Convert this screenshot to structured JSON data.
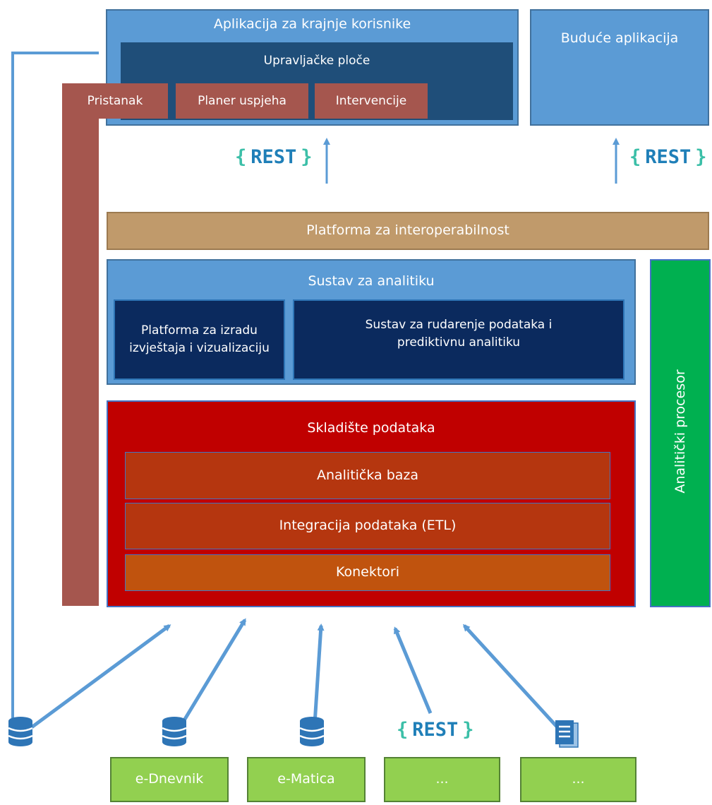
{
  "apps": {
    "end_user_title": "Aplikacija za krajnje korisnike",
    "dashboards_title": "Upravljačke ploče",
    "modules": [
      "Pristanak",
      "Planer uspjeha",
      "Intervencije"
    ],
    "future_title": "Buduće aplikacija"
  },
  "rest_label": {
    "open": "{",
    "text": "REST",
    "close": "}"
  },
  "interop": "Platforma za interoperabilnost",
  "analytics": {
    "title": "Sustav za analitiku",
    "reporting": "Platforma za izradu izvještaja i vizualizaciju",
    "mining": "Sustav za rudarenje podataka i prediktivnu analitiku"
  },
  "warehouse": {
    "title": "Skladište podataka",
    "layers": [
      "Analitička baza",
      "Integracija podataka (ETL)",
      "Konektori"
    ]
  },
  "processor": "Analitički procesor",
  "sources": [
    "e-Dnevnik",
    "e-Matica",
    "...",
    "..."
  ],
  "colors": {
    "blue": "#5b9bd5",
    "navy": "#1f3b64",
    "rose": "#a5564e",
    "sand": "#c09a6b",
    "red": "#c00000",
    "green": "#00b050",
    "lime": "#92d050",
    "arrow": "#5b9bd5"
  },
  "icons": [
    "database-icon",
    "database-icon",
    "database-icon",
    "document-icon",
    "arrow-up-icon"
  ]
}
